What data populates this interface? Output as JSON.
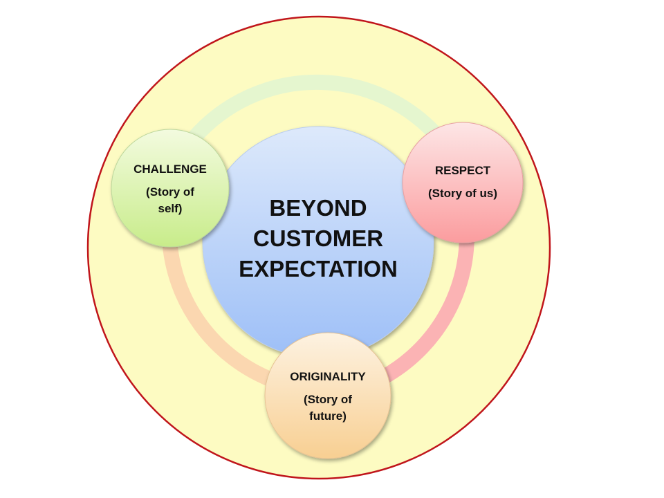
{
  "center": {
    "lines": [
      "BEYOND",
      "CUSTOMER",
      "EXPECTATION"
    ]
  },
  "nodes": {
    "challenge": {
      "title": "CHALLENGE",
      "subtitle_lines": [
        "(Story of",
        "self)"
      ]
    },
    "respect": {
      "title": "RESPECT",
      "subtitle_lines": [
        "(Story of us)"
      ]
    },
    "originality": {
      "title": "ORIGINALITY",
      "subtitle_lines": [
        "(Story of",
        "future)"
      ]
    }
  },
  "colors": {
    "outer_fill": "#fdfbc2",
    "outer_stroke": "#c0151b",
    "center_top": "#dde9fb",
    "center_bottom": "#9dbff7",
    "challenge_top": "#f3fbdf",
    "challenge_bottom": "#c8ec8a",
    "respect_top": "#fde6e6",
    "respect_bottom": "#fb9c9e",
    "originality_top": "#fdf2e1",
    "originality_bottom": "#f8cf92",
    "ring_green": "#e5f6cf",
    "ring_red": "#fbb3b4",
    "ring_orange": "#fbd7b0"
  }
}
